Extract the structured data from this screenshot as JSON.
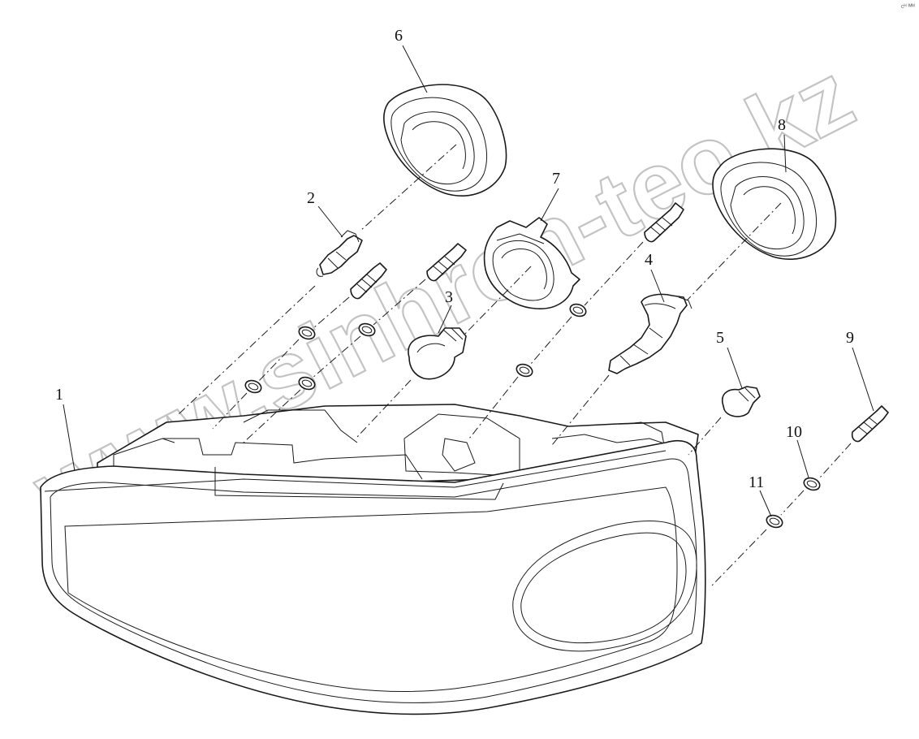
{
  "watermark": "www.sinhron-teo.kz",
  "corner_mark": "cᴴ ᴵᴹᴹ",
  "callouts": [
    {
      "id": "1",
      "label": "1",
      "part": "headlamp-housing"
    },
    {
      "id": "2",
      "label": "2",
      "part": "bulb-h1"
    },
    {
      "id": "3",
      "label": "3",
      "part": "bulb-main"
    },
    {
      "id": "4",
      "label": "4",
      "part": "bulb-h1-right"
    },
    {
      "id": "5",
      "label": "5",
      "part": "side-bulb"
    },
    {
      "id": "6",
      "label": "6",
      "part": "cover-cap-left"
    },
    {
      "id": "7",
      "label": "7",
      "part": "bulb-retainer"
    },
    {
      "id": "8",
      "label": "8",
      "part": "cover-cap-right"
    },
    {
      "id": "9",
      "label": "9",
      "part": "bolt"
    },
    {
      "id": "10",
      "label": "10",
      "part": "washer"
    },
    {
      "id": "11",
      "label": "11",
      "part": "washer"
    }
  ]
}
